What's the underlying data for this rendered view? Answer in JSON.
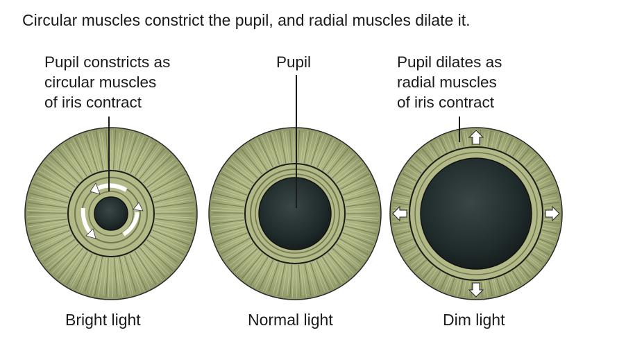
{
  "caption": "Circular muscles constrict the pupil, and radial muscles dilate it.",
  "panels": [
    {
      "top_label": [
        "Pupil constricts as",
        "circular muscles",
        "of iris contract"
      ],
      "bottom_label": "Bright light"
    },
    {
      "top_label": [
        "Pupil"
      ],
      "bottom_label": "Normal light"
    },
    {
      "top_label": [
        "Pupil dilates as",
        "radial muscles",
        "of iris contract"
      ],
      "bottom_label": "Dim light"
    }
  ],
  "colors": {
    "iris": "#a9b27e",
    "iris_dark": "#6f7650",
    "pupil": "#1f2a2a",
    "outline": "#1b1b1b",
    "text": "#1a1a1a"
  }
}
